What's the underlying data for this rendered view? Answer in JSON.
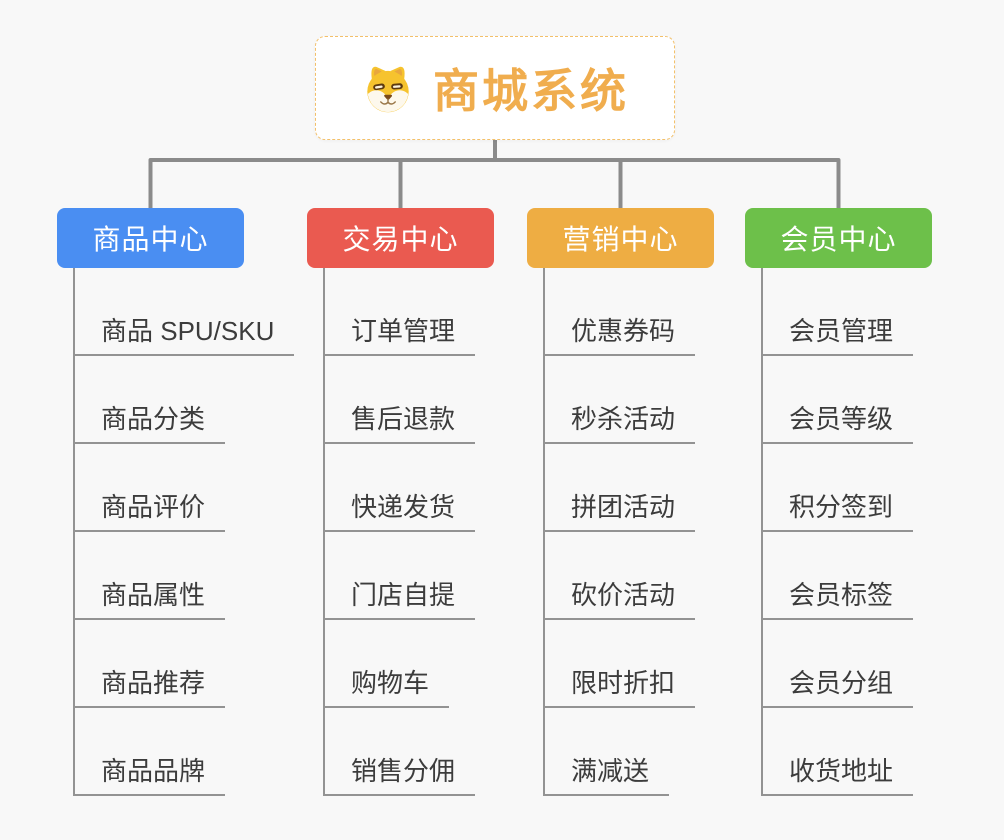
{
  "root": {
    "title": "商城系统",
    "icon": "dog-face-icon"
  },
  "branches": [
    {
      "label": "商品中心",
      "color": "#4a8ef2",
      "items": [
        "商品 SPU/SKU",
        "商品分类",
        "商品评价",
        "商品属性",
        "商品推荐",
        "商品品牌"
      ]
    },
    {
      "label": "交易中心",
      "color": "#ea5a50",
      "items": [
        "订单管理",
        "售后退款",
        "快递发货",
        "门店自提",
        "购物车",
        "销售分佣"
      ]
    },
    {
      "label": "营销中心",
      "color": "#eead43",
      "items": [
        "优惠券码",
        "秒杀活动",
        "拼团活动",
        "砍价活动",
        "限时折扣",
        "满减送"
      ]
    },
    {
      "label": "会员中心",
      "color": "#6dc04a",
      "items": [
        "会员管理",
        "会员等级",
        "积分签到",
        "会员标签",
        "会员分组",
        "收货地址"
      ]
    }
  ],
  "colors": {
    "background": "#f8f8f8",
    "connector": "#8b8b8b",
    "child_line": "#939393",
    "child_text": "#3c3c3c",
    "title_text": "#f0ad4e",
    "root_border": "#f3c06a",
    "root_background": "#ffffff",
    "branch_text": "#ffffff"
  }
}
